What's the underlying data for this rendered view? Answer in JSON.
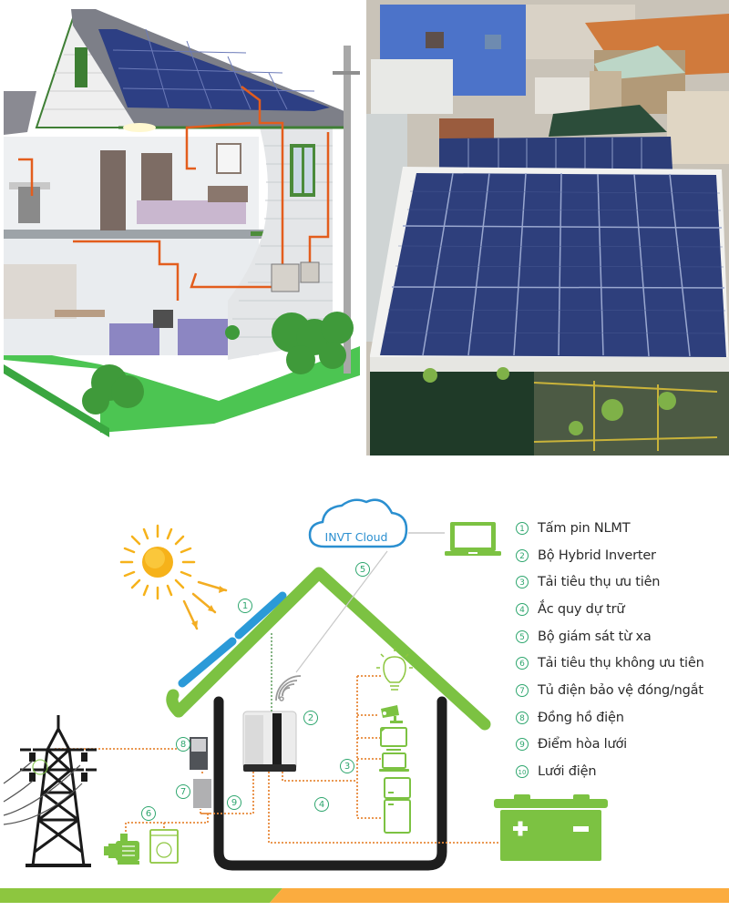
{
  "panels": {
    "illustration": {
      "description": "Cutaway illustration of a two-storey house with rooftop solar panels and wiring to an inverter and meter"
    },
    "photo": {
      "description": "Aerial photo of a rooftop solar panel array on an urban building"
    },
    "diagram": {
      "cloud_label": "INVT Cloud",
      "markers": [
        "①",
        "②",
        "③",
        "④",
        "⑤",
        "⑥",
        "⑦",
        "⑧",
        "⑨",
        "⑩"
      ],
      "legend": [
        {
          "num": "1",
          "label": "Tấm pin NLMT"
        },
        {
          "num": "2",
          "label": "Bộ Hybrid Inverter"
        },
        {
          "num": "3",
          "label": "Tải tiêu thụ ưu tiên"
        },
        {
          "num": "4",
          "label": "Ắc quy dự trữ"
        },
        {
          "num": "5",
          "label": "Bộ giám sát từ xa"
        },
        {
          "num": "6",
          "label": "Tải tiêu thụ không ưu tiên"
        },
        {
          "num": "7",
          "label": "Tủ điện bảo vệ đóng/ngắt"
        },
        {
          "num": "8",
          "label": "Đồng hồ điện"
        },
        {
          "num": "9",
          "label": "Điểm hòa lưới"
        },
        {
          "num": "10",
          "label": "Lưới điện"
        }
      ],
      "icons": [
        "sun-icon",
        "solar-panel-icon",
        "cloud-icon",
        "laptop-icon",
        "wifi-icon",
        "inverter-icon",
        "lightbulb-icon",
        "cctv-camera-icon",
        "tv-icon",
        "laptop-small-icon",
        "refrigerator-icon",
        "battery-icon",
        "power-tower-icon",
        "meter-icon",
        "breaker-box-icon",
        "water-pump-icon",
        "washing-machine-icon"
      ]
    }
  },
  "colors": {
    "roof_green": "#7cc242",
    "wall_black": "#1e1e1e",
    "panel_blue": "#2b9ad8",
    "wire_orange": "#e8893a",
    "accent_teal": "#2ea66e",
    "sun_yellow": "#f6b21a",
    "cloud_blue": "#2a8fd0",
    "bar_green": "#8dc63f",
    "bar_orange": "#fbac3f"
  }
}
